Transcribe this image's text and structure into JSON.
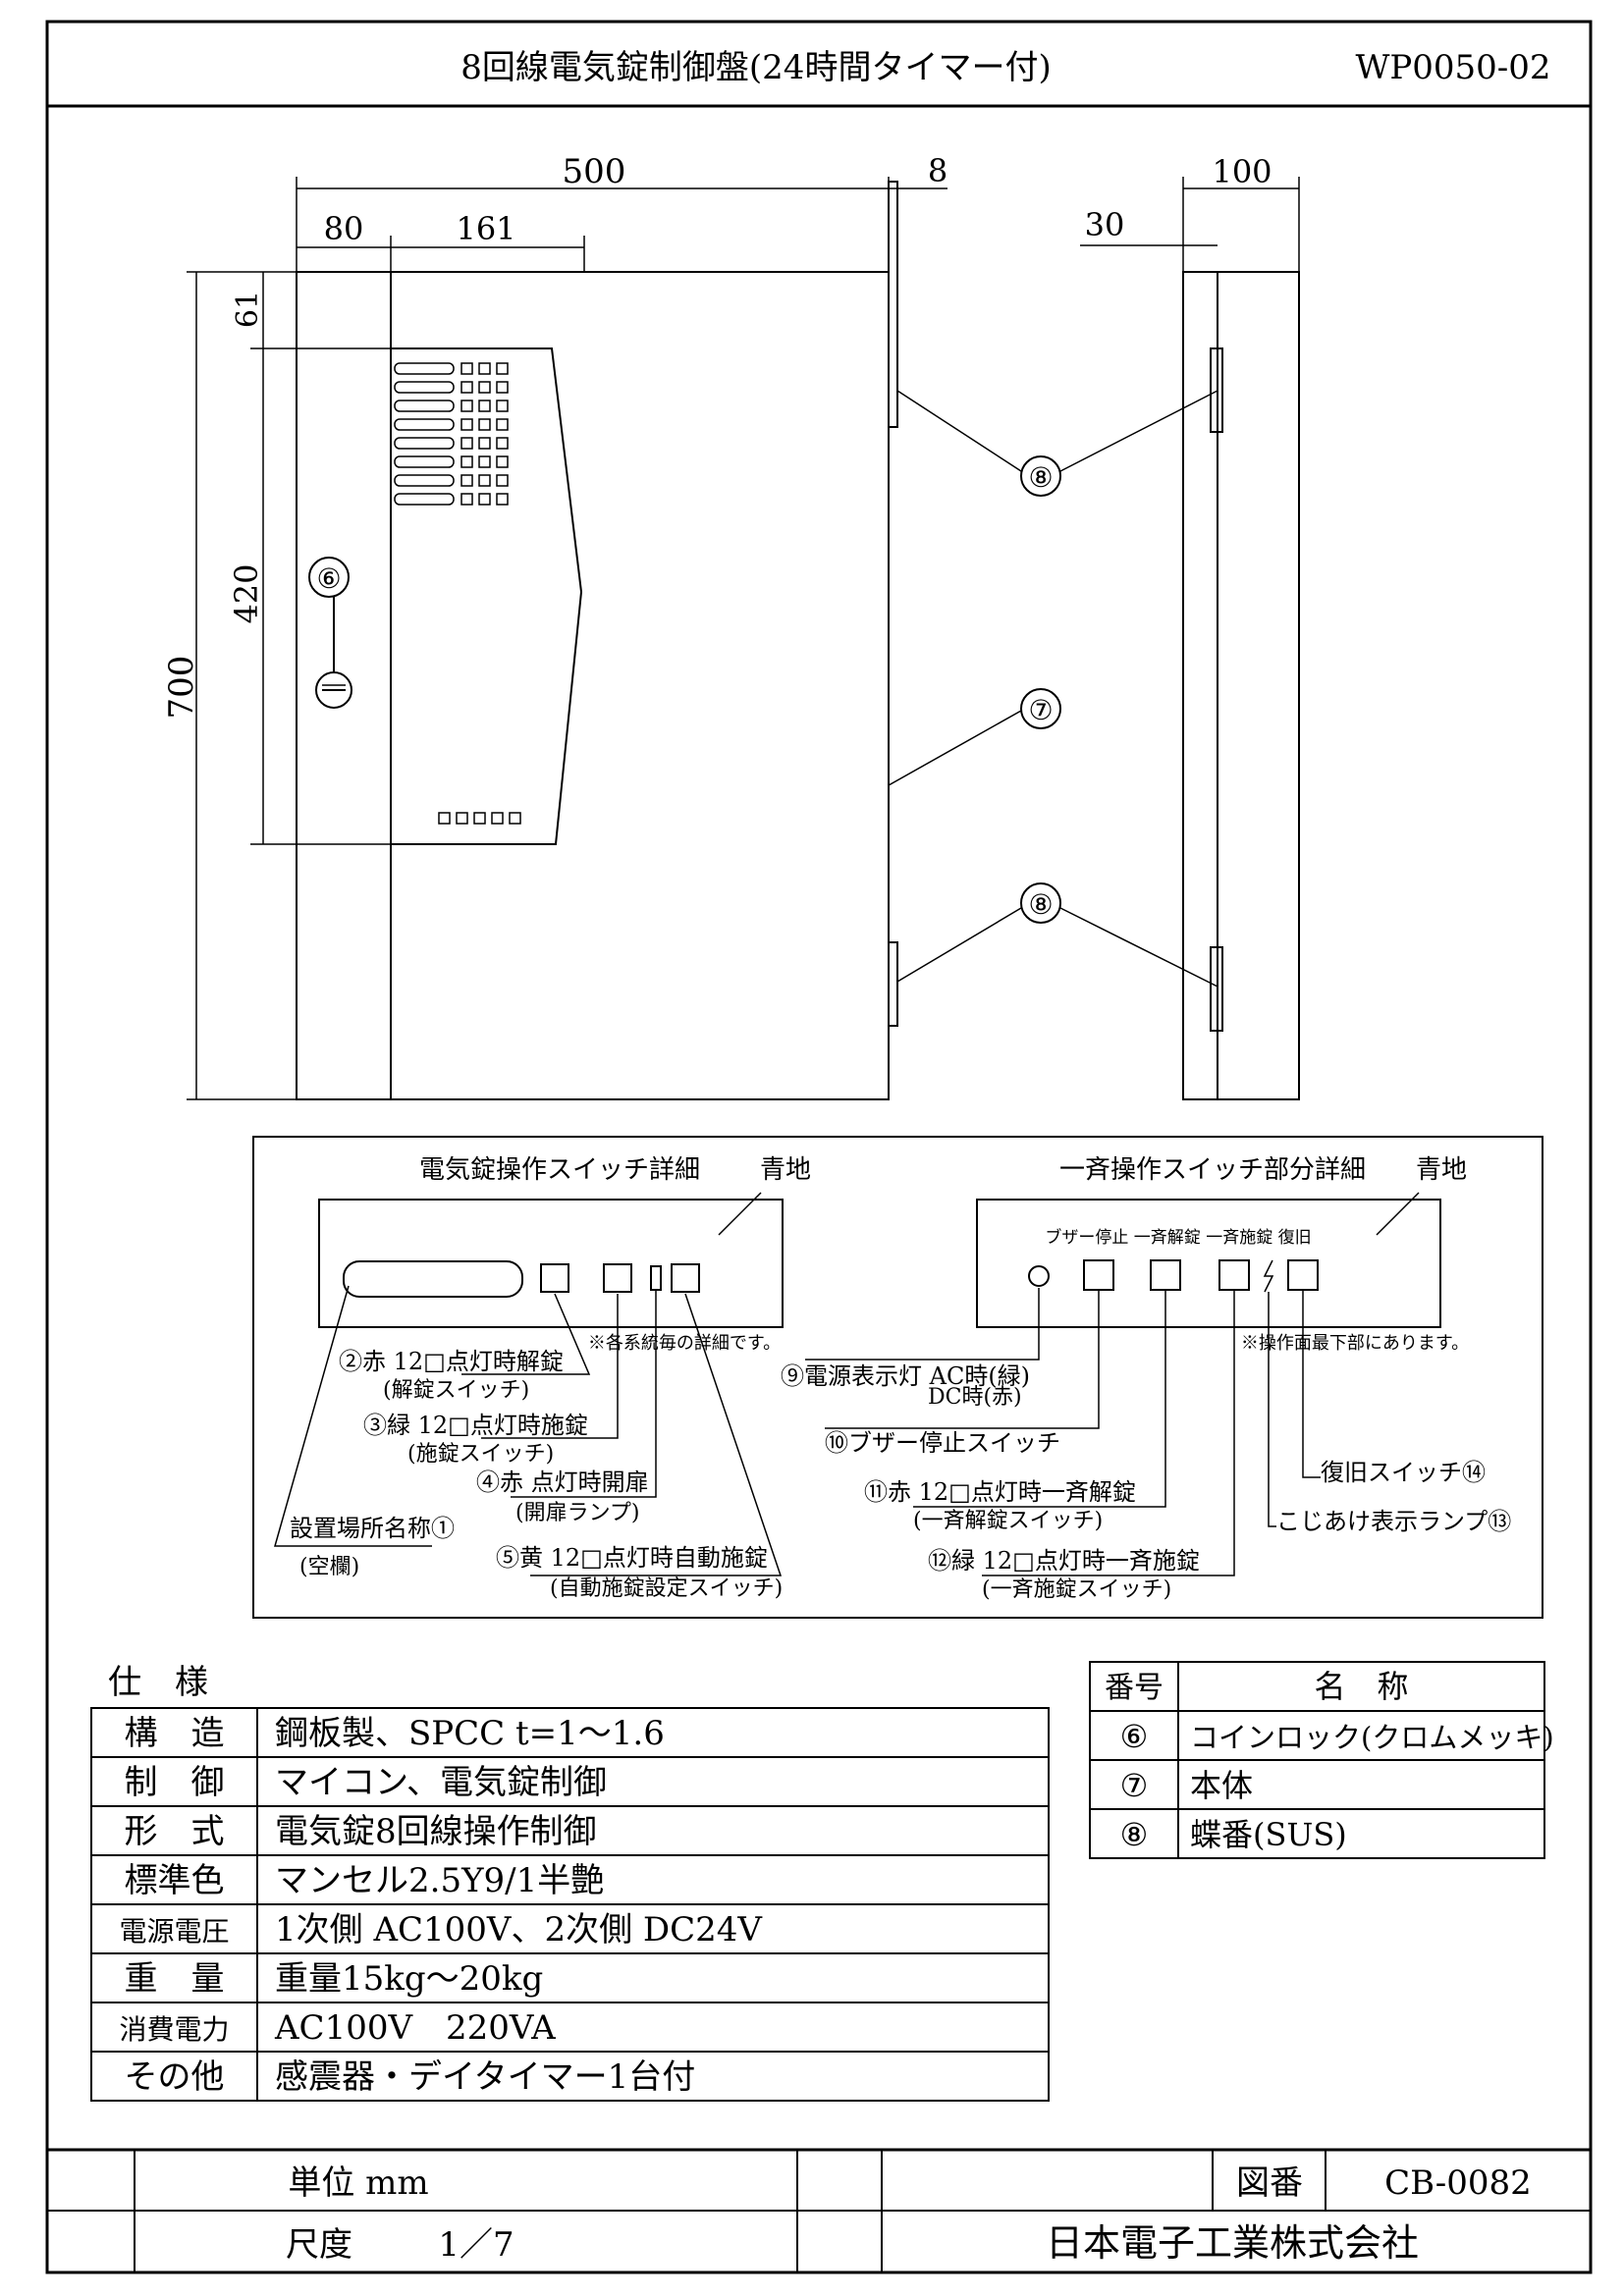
{
  "header": {
    "title": "8回線電気錠制御盤(24時間タイマー付)",
    "drawing_code": "WP0050-02"
  },
  "dimensions": {
    "width_total": "500",
    "left_margin": "80",
    "panel_width": "161",
    "door_thickness": "8",
    "depth": "100",
    "hinge_offset": "30",
    "top_offset": "61",
    "panel_height": "420",
    "height_total": "700"
  },
  "callouts": {
    "coin_lock": "⑥",
    "body": "⑦",
    "hinge": "⑧"
  },
  "switch_detail": {
    "title": "電気錠操作スイッチ詳細",
    "bg_note": "青地",
    "sub_note": "※各系統毎の詳細です。",
    "labels": [
      {
        "num": "②",
        "text": "赤 12□点灯時解錠",
        "sub": "(解錠スイッチ)"
      },
      {
        "num": "③",
        "text": "緑 12□点灯時施錠",
        "sub": "(施錠スイッチ)"
      },
      {
        "num": "④",
        "text": "赤 点灯時開扉",
        "sub": "(開扉ランプ)"
      },
      {
        "num": "⑤",
        "text": "黄 12□点灯時自動施錠",
        "sub": "(自動施錠設定スイッチ)"
      },
      {
        "num": "①",
        "text": "設置場所名称",
        "sub": "(空欄)"
      }
    ]
  },
  "group_detail": {
    "title": "一斉操作スイッチ部分詳細",
    "bg_note": "青地",
    "button_labels": "ブザー停止 一斉解錠 一斉施錠  復旧",
    "bottom_note": "※操作面最下部にあります。",
    "labels": [
      {
        "num": "⑨",
        "text": "電源表示灯 AC時(緑)",
        "sub": "DC時(赤)"
      },
      {
        "num": "⑩",
        "text": "ブザー停止スイッチ",
        "sub": ""
      },
      {
        "num": "⑪",
        "text": "赤 12□点灯時一斉解錠",
        "sub": "(一斉解錠スイッチ)"
      },
      {
        "num": "⑫",
        "text": "緑 12□点灯時一斉施錠",
        "sub": "(一斉施錠スイッチ)"
      },
      {
        "num": "⑭",
        "text": "復旧スイッチ",
        "sub": ""
      },
      {
        "num": "⑬",
        "text": "こじあけ表示ランプ",
        "sub": ""
      }
    ]
  },
  "spec": {
    "heading": "仕　様",
    "rows": [
      {
        "label": "構　造",
        "value": "鋼板製、SPCC t=1～1.6"
      },
      {
        "label": "制　御",
        "value": "マイコン、電気錠制御"
      },
      {
        "label": "形　式",
        "value": "電気錠8回線操作制御"
      },
      {
        "label": "標準色",
        "value": "マンセル2.5Y9/1半艶"
      },
      {
        "label": "電源電圧",
        "value": "1次側 AC100V、2次側 DC24V"
      },
      {
        "label": "重　量",
        "value": "重量15kg～20kg"
      },
      {
        "label": "消費電力",
        "value": "AC100V　220VA"
      },
      {
        "label": "その他",
        "value": "感震器・デイタイマー1台付"
      }
    ]
  },
  "parts": {
    "header_num": "番号",
    "header_name": "名　称",
    "rows": [
      {
        "num": "⑥",
        "name": "コインロック(クロムメッキ)"
      },
      {
        "num": "⑦",
        "name": "本体"
      },
      {
        "num": "⑧",
        "name": "蝶番(SUS)"
      }
    ]
  },
  "title_block": {
    "unit": "単位 mm",
    "scale_label": "尺度",
    "scale_value": "1／7",
    "drawing_no_label": "図番",
    "drawing_no": "CB-0082",
    "company": "日本電子工業株式会社"
  }
}
